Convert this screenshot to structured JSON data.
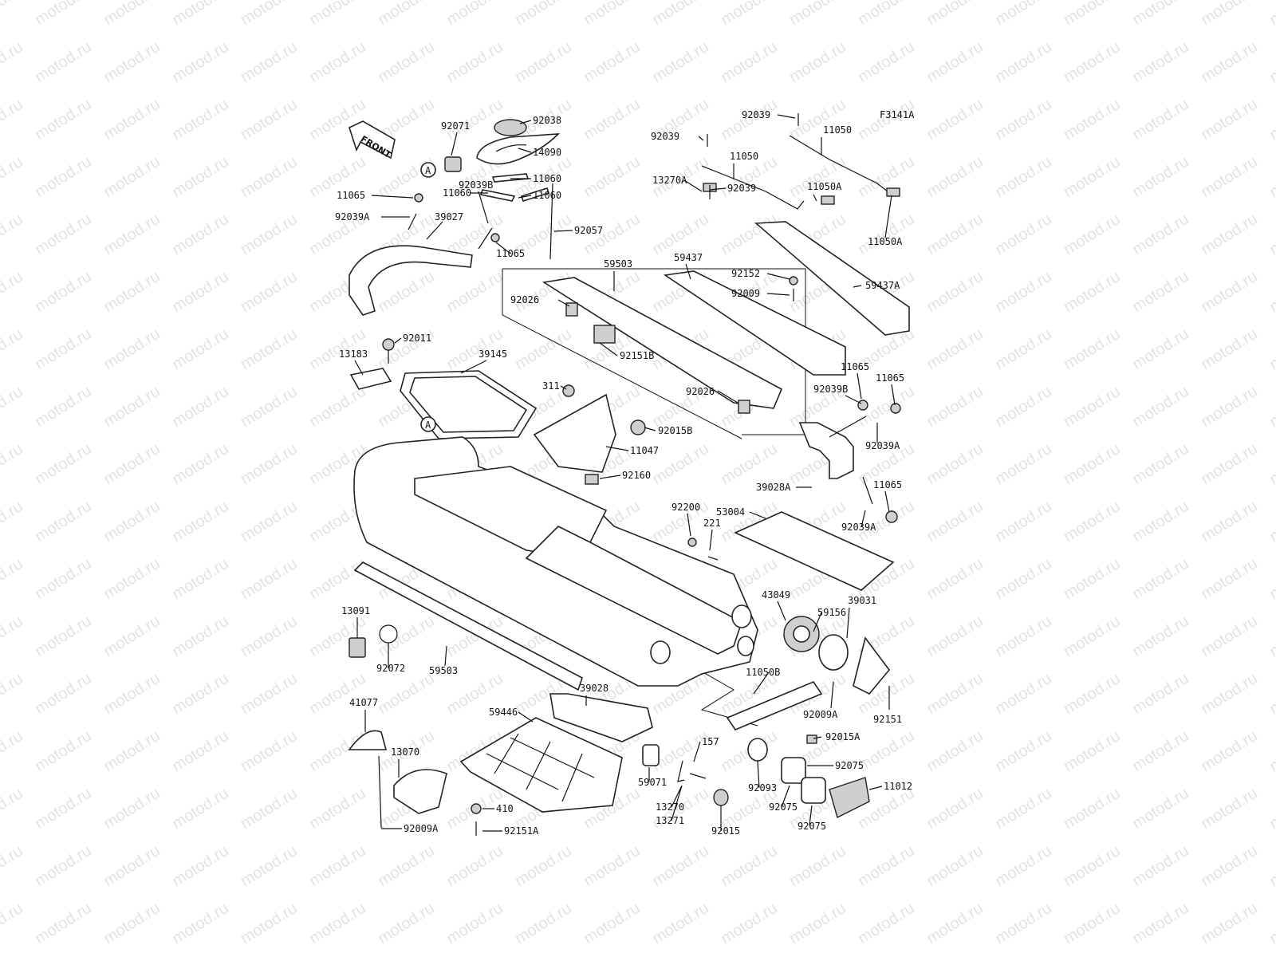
{
  "figure_id": "F3141A",
  "watermark": "motod.ru",
  "front_label": "FRONT",
  "ref_marker": "A",
  "parts": [
    {
      "ref": "92071"
    },
    {
      "ref": "92038"
    },
    {
      "ref": "14090"
    },
    {
      "ref": "11060"
    },
    {
      "ref": "11060"
    },
    {
      "ref": "11060"
    },
    {
      "ref": "11065"
    },
    {
      "ref": "92039A"
    },
    {
      "ref": "39027"
    },
    {
      "ref": "92039B"
    },
    {
      "ref": "11065"
    },
    {
      "ref": "92057"
    },
    {
      "ref": "92011"
    },
    {
      "ref": "13183"
    },
    {
      "ref": "39145"
    },
    {
      "ref": "59503"
    },
    {
      "ref": "92026"
    },
    {
      "ref": "92151B"
    },
    {
      "ref": "92026"
    },
    {
      "ref": "311"
    },
    {
      "ref": "92015B"
    },
    {
      "ref": "11047"
    },
    {
      "ref": "92160"
    },
    {
      "ref": "92039"
    },
    {
      "ref": "92039"
    },
    {
      "ref": "11050"
    },
    {
      "ref": "11050"
    },
    {
      "ref": "13270A"
    },
    {
      "ref": "92039"
    },
    {
      "ref": "11050A"
    },
    {
      "ref": "11050A"
    },
    {
      "ref": "59437"
    },
    {
      "ref": "92152"
    },
    {
      "ref": "92009"
    },
    {
      "ref": "59437A"
    },
    {
      "ref": "11065"
    },
    {
      "ref": "11065"
    },
    {
      "ref": "92039B"
    },
    {
      "ref": "92039A"
    },
    {
      "ref": "39028A"
    },
    {
      "ref": "11065"
    },
    {
      "ref": "92039A"
    },
    {
      "ref": "92200"
    },
    {
      "ref": "221"
    },
    {
      "ref": "53004"
    },
    {
      "ref": "43049"
    },
    {
      "ref": "59156"
    },
    {
      "ref": "39031"
    },
    {
      "ref": "11050B"
    },
    {
      "ref": "92009A"
    },
    {
      "ref": "92151"
    },
    {
      "ref": "92015A"
    },
    {
      "ref": "13091"
    },
    {
      "ref": "92072"
    },
    {
      "ref": "59503"
    },
    {
      "ref": "39028"
    },
    {
      "ref": "41077"
    },
    {
      "ref": "59446"
    },
    {
      "ref": "13070"
    },
    {
      "ref": "410"
    },
    {
      "ref": "92009A"
    },
    {
      "ref": "92151A"
    },
    {
      "ref": "59071"
    },
    {
      "ref": "157"
    },
    {
      "ref": "13270"
    },
    {
      "ref": "13271"
    },
    {
      "ref": "92015"
    },
    {
      "ref": "92093"
    },
    {
      "ref": "92075"
    },
    {
      "ref": "92075"
    },
    {
      "ref": "92075"
    },
    {
      "ref": "11012"
    }
  ]
}
